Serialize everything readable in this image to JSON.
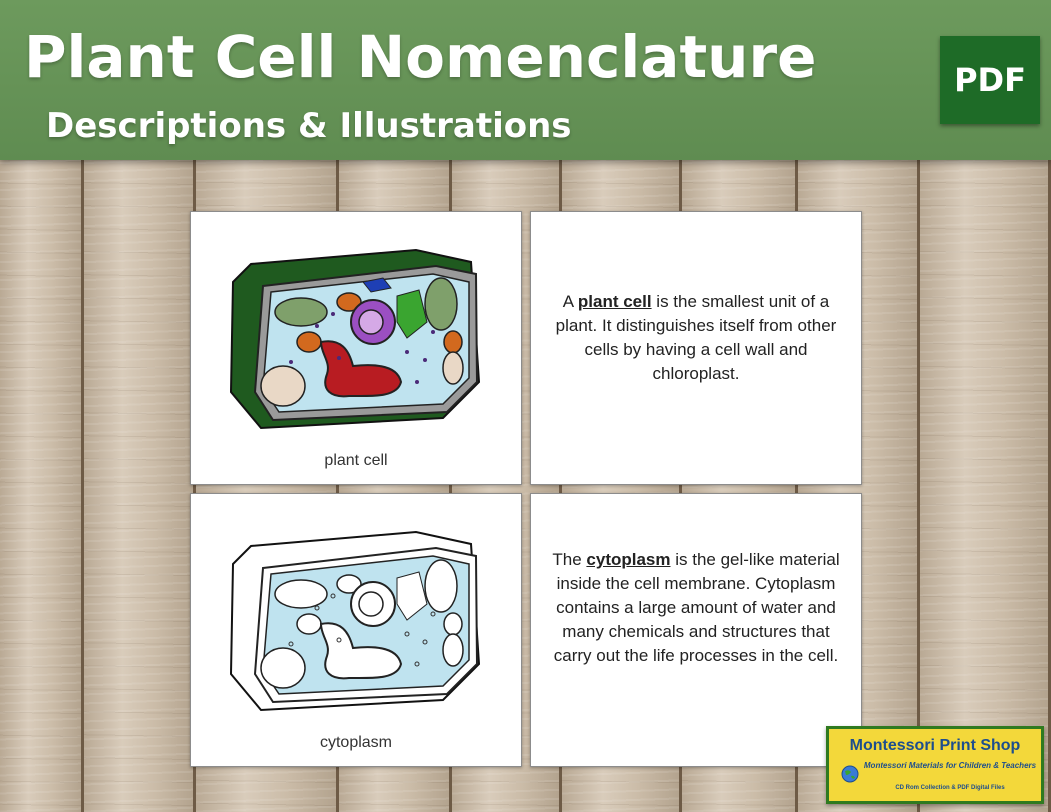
{
  "banner": {
    "title": "Plant Cell Nomenclature",
    "subtitle": "Descriptions & Illustrations",
    "badge": "PDF",
    "color": "#6d9a5d",
    "badge_color": "#1e6b27"
  },
  "cards": {
    "plant_cell": {
      "caption": "plant cell",
      "desc_before": "A ",
      "term": "plant cell",
      "desc_after": " is the smallest unit of a plant. It distinguishes itself from other cells by having a cell wall and chloroplast."
    },
    "cytoplasm": {
      "caption": "cytoplasm",
      "desc_before": "The ",
      "term": "cytoplasm",
      "desc_after": " is the gel-like material inside the cell membrane. Cytoplasm contains a large amount of water and many chemicals and structures that carry out the life processes in the cell."
    }
  },
  "logo": {
    "title": "Montessori Print Shop",
    "subtitle": "Montessori Materials for Children & Teachers",
    "footer": "CD Rom Collection & PDF Digital Files",
    "icon": "globe-icon"
  },
  "colors": {
    "cell_wall": "#1f5a1f",
    "cytoplasm_fill": "#bfe3ef",
    "nucleus": "#9b4fc2",
    "vacuole": "#b81c22",
    "chloroplast": "#7fa06b"
  }
}
